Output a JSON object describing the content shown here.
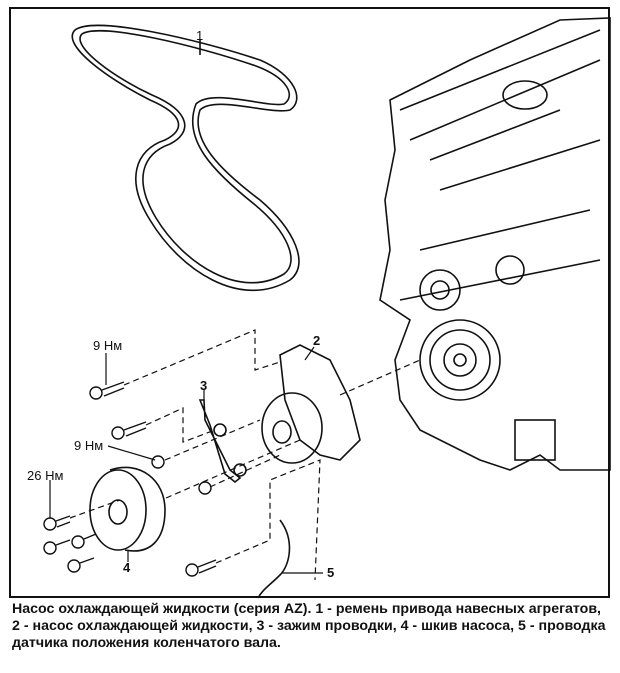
{
  "labels": {
    "belt": "1",
    "pump": "2",
    "clamp": "3",
    "pulley": "4",
    "wiring": "5",
    "torque_top": "9 Нм",
    "torque_nut": "9 Нм",
    "torque_pulley": "26 Нм"
  },
  "caption": "Насос охлаждающей жидкости (серия AZ). 1 - ремень привода навесных агрегатов, 2 - насос охлаждающей жидкости, 3 - зажим проводки, 4 - шкив насоса, 5 - проводка датчика положения коленчатого вала."
}
